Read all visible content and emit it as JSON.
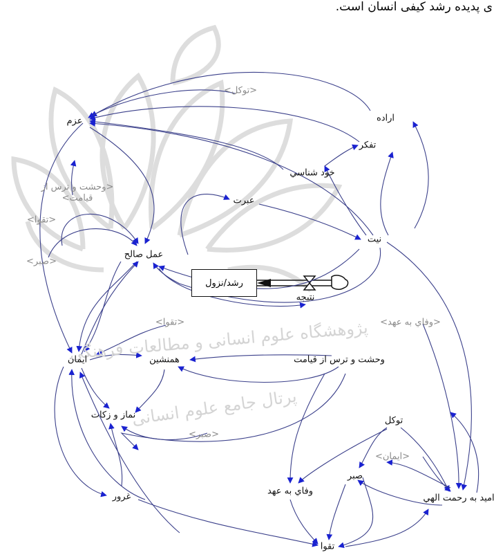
{
  "caption": "ی پدیده رشد کیفی انسان است.",
  "stock": "رشد/نزول",
  "flow": "نتيجه",
  "variables": {
    "tavakkol_top": "<توكل>",
    "azm": "عزم",
    "erade": "اراده",
    "tafakkor": "تفكر",
    "khodshenasi": "خود شناسي",
    "vahshat_shadow": "<وحشت و ترس از قيامت>",
    "ebrat": "عبرت",
    "niyat": "نيت",
    "taqva_shadow1": "<تقوا>",
    "sabr_shadow1": "<صبر>",
    "amal_saleh": "عمل صالح",
    "taqva_shadow2": "<تقوا>",
    "vafa_shadow": "<وفاي به عهد>",
    "iman": "ايمان",
    "hamneshin": "همنشين",
    "vahshat": "وحشت و ترس از قيامت",
    "namaz": "نماز و زكات",
    "sabr_shadow2": "<صبر>",
    "tavakkol": "توكل",
    "iman_shadow": "<ايمان>",
    "sabr": "صبر",
    "vafa": "وفاي به عهد",
    "omid": "اميد به رحمت الهي",
    "ghorur": "غرور",
    "taqva": "تقوا"
  },
  "watermark": {
    "line1": "پژوهشگاه علوم انسانی و مطالعات فرهنگی",
    "line2": "پرتال جامع علوم انسانی"
  },
  "colors": {
    "arrow": "#3a3f8a",
    "arrowhead": "#1a22d0",
    "text": "#111111",
    "shadow_text": "#8a8a8a",
    "watermark": "#d6d6d6"
  }
}
